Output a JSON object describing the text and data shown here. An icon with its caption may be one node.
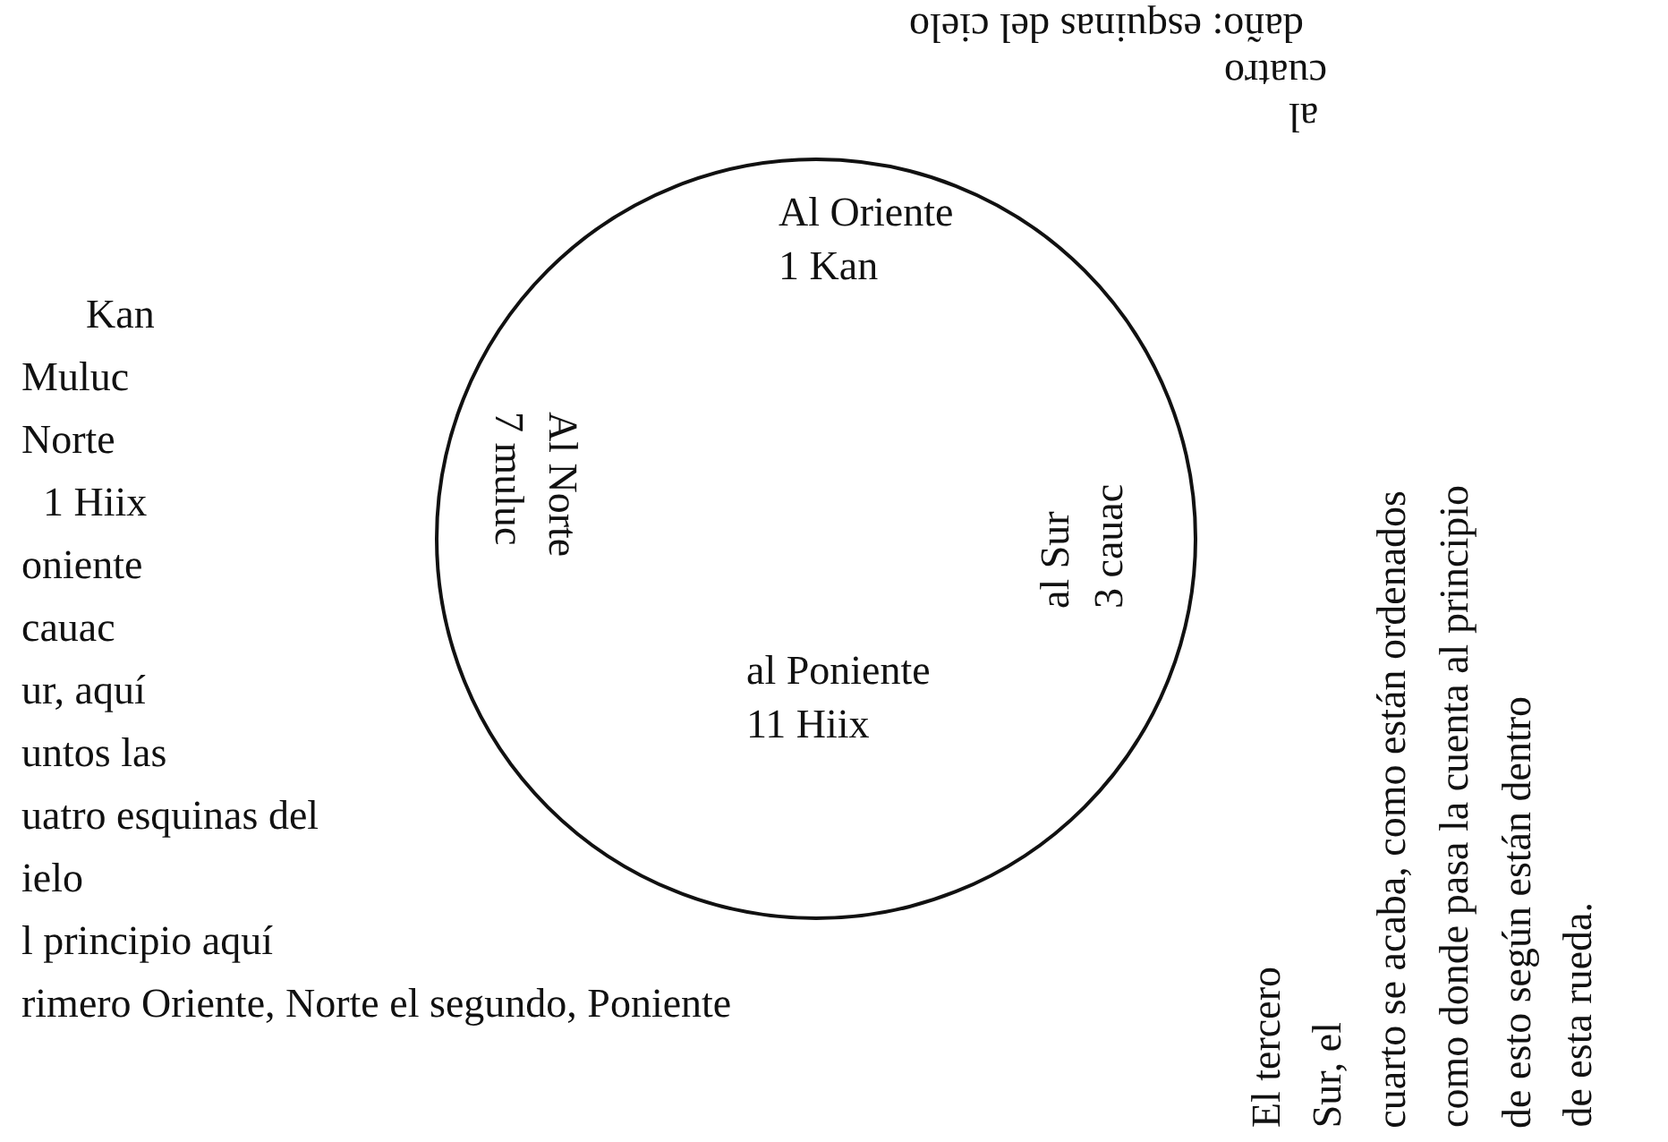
{
  "diagram": {
    "nodes": [
      {
        "text": [
          "Al Oriente 1 Kan",
          "Al Norte 7 muluc",
          "al Sur 3 cauac",
          "al Poniente 11 Hiix"
        ]
      }
    ],
    "labels": [
      "al",
      "cuatro",
      "daño: esquinas del cielo",
      "Kan",
      "Muluc",
      "Norte",
      "1 Hiix",
      "oniente",
      "cauac",
      "ur, aquí",
      "untos las",
      "uatro esquinas del",
      "ielo",
      "l principio aquí",
      "rimero Oriente, Norte el segundo, Poniente",
      "El tercero",
      "Sur, el",
      "cuarto se acaba, como están ordenados",
      "como donde pasa la cuenta al principio",
      "de esto según están dentro",
      "de esta rueda."
    ]
  }
}
